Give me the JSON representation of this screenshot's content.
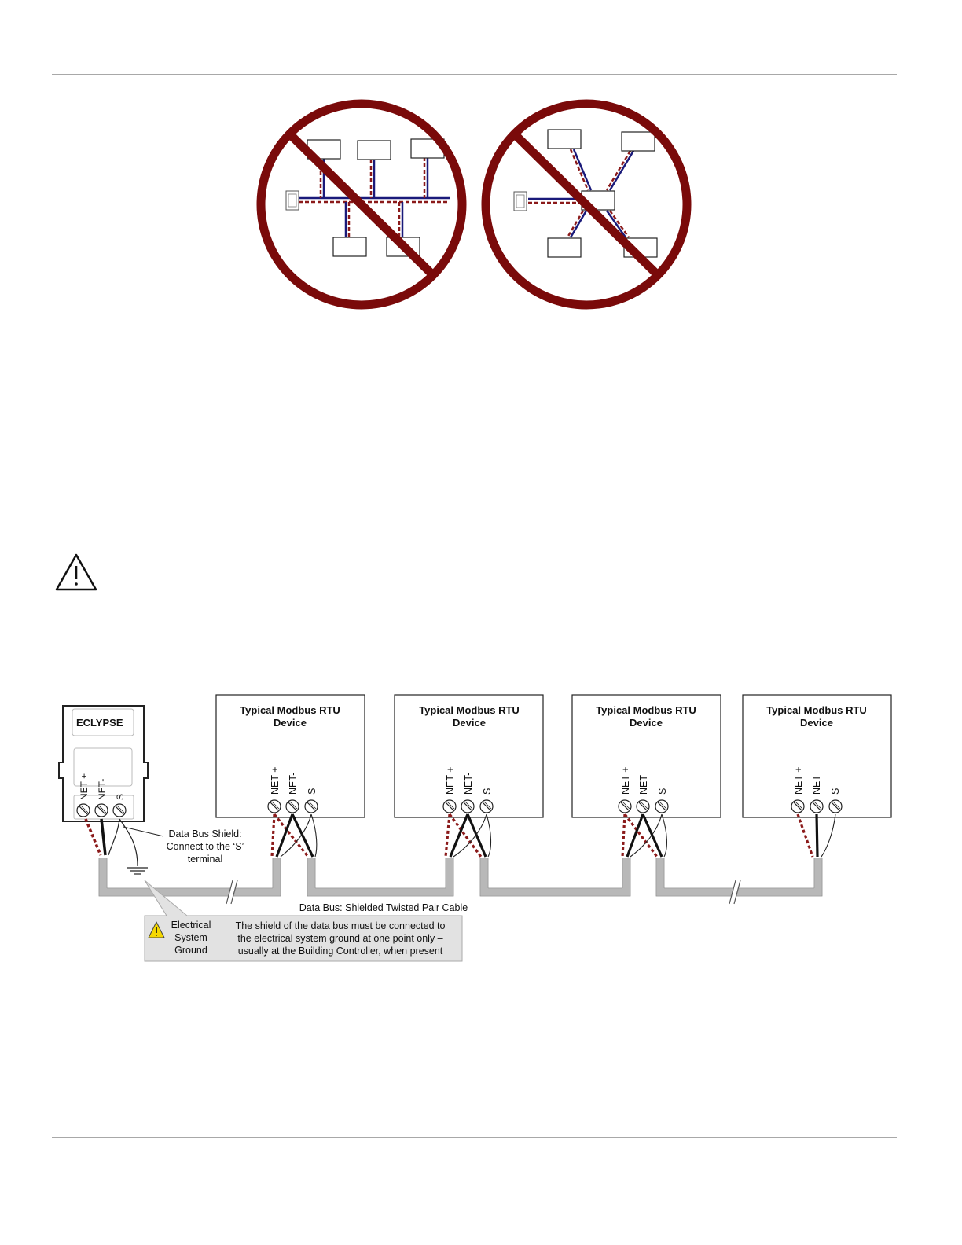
{
  "wiring_diagram": {
    "controller_label": "ECLYPSE",
    "terminal_labels": [
      "NET +",
      "NET-",
      "S"
    ],
    "device_title_line1": "Typical Modbus RTU",
    "device_title_line2": "Device",
    "shield_note": [
      "Data Bus Shield:",
      "Connect to the ‘S’",
      "terminal"
    ],
    "cable_label": "Data Bus: Shielded Twisted Pair Cable",
    "ground_label": [
      "Electrical",
      "System",
      "Ground"
    ],
    "ground_note": [
      "The shield of the data bus must be connected to",
      "the electrical system ground at one point only –",
      "usually at the Building Controller, when present"
    ]
  },
  "colors": {
    "prohibition_red": "#7a0a0a",
    "bus_blue": "#1a1a7a",
    "bus_red_dashed": "#8b1a1a",
    "cable_gray": "#b8b8b8",
    "callout_gray": "#e2e2e2",
    "warning_yellow": "#f5d800"
  },
  "icons": [
    "prohibition-sign-icon",
    "warning-triangle-icon",
    "screw-terminal-icon",
    "ground-symbol-icon"
  ]
}
